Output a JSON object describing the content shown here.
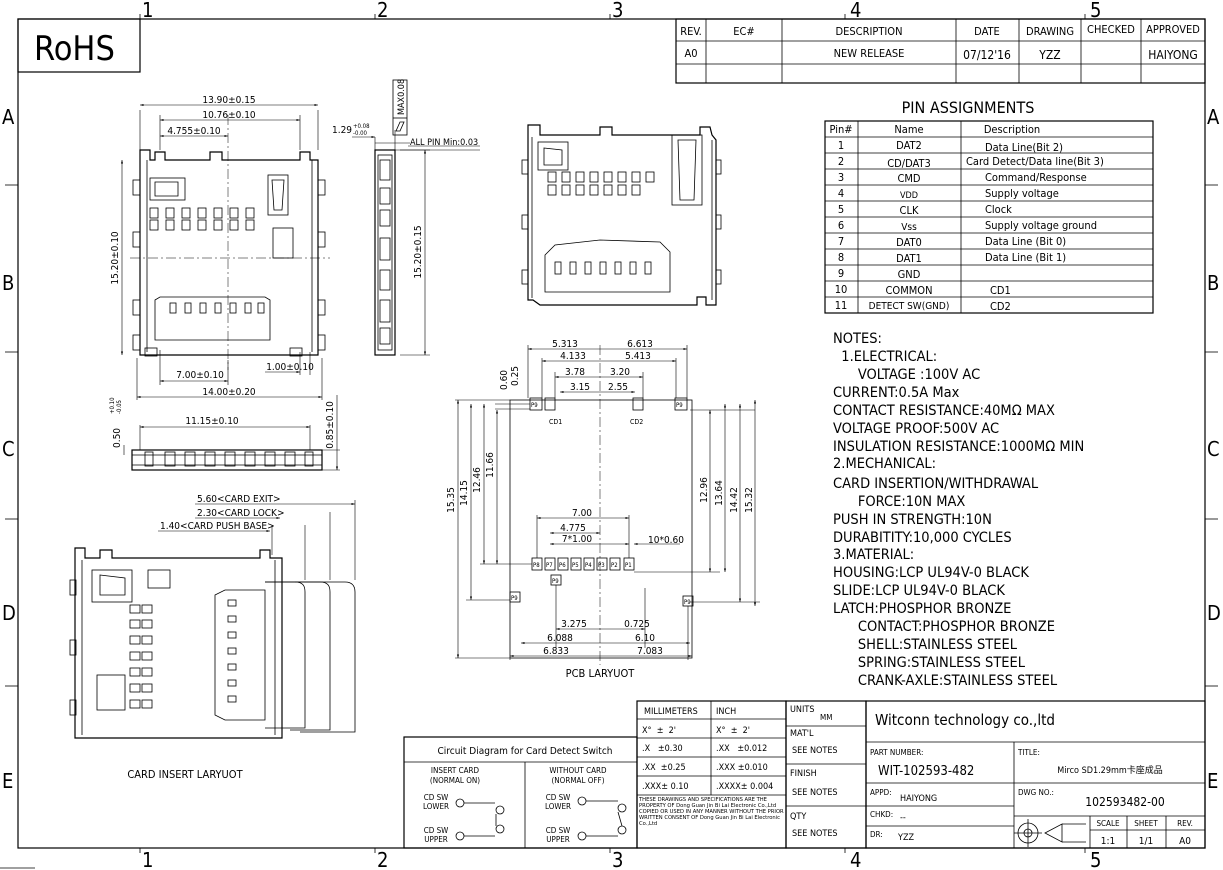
{
  "zones": {
    "cols": [
      "1",
      "2",
      "3",
      "4",
      "5"
    ],
    "rows": [
      "A",
      "B",
      "C",
      "D",
      "E"
    ]
  },
  "rohs": "RoHS",
  "revision_table": {
    "headers": [
      "REV.",
      "EC#",
      "DESCRIPTION",
      "DATE",
      "DRAWING",
      "CHECKED",
      "APPROVED"
    ],
    "rows": [
      [
        "A0",
        "",
        "NEW RELEASE",
        "07/12'16",
        "YZZ",
        "",
        "HAIYONG"
      ]
    ]
  },
  "pin_assignments": {
    "title": "PIN ASSIGNMENTS",
    "headers": [
      "Pin#",
      "Name",
      "Description"
    ],
    "rows": [
      [
        "1",
        "DAT2",
        "Data Line(Bit 2)"
      ],
      [
        "2",
        "CD/DAT3",
        "Card Detect/Data line(Bit 3)"
      ],
      [
        "3",
        "CMD",
        "Command/Response"
      ],
      [
        "4",
        "VDD",
        "Supply voltage"
      ],
      [
        "5",
        "CLK",
        "Clock"
      ],
      [
        "6",
        "Vss",
        "Supply voltage ground"
      ],
      [
        "7",
        "DAT0",
        "Data Line (Bit 0)"
      ],
      [
        "8",
        "DAT1",
        "Data Line (Bit 1)"
      ],
      [
        "9",
        "GND",
        ""
      ],
      [
        "10",
        "COMMON",
        "CD1"
      ],
      [
        "11",
        "DETECT SW(GND)",
        "CD2"
      ]
    ]
  },
  "notes": [
    "NOTES:",
    "  1.ELECTRICAL:",
    "      VOLTAGE :100V AC",
    "CURRENT:0.5A Max",
    "CONTACT RESISTANCE:40MΩ MAX",
    "VOLTAGE PROOF:500V AC",
    "INSULATION RESISTANCE:1000MΩ MIN",
    "2.MECHANICAL:",
    "CARD INSERTION/WITHDRAWAL",
    "      FORCE:10N MAX",
    "PUSH IN STRENGTH:10N",
    "DURABITITY:10,000 CYCLES",
    "3.MATERIAL:",
    "HOUSING:LCP UL94V-0 BLACK",
    "SLIDE:LCP UL94V-0 BLACK",
    "LATCH:PHOSPHOR BRONZE",
    "      CONTACT:PHOSPHOR BRONZE",
    "      SHELL:STAINLESS STEEL",
    "      SPRING:STAINLESS STEEL",
    "      CRANK-AXLE:STAINLESS STEEL"
  ],
  "dims_top": {
    "d1": "13.90±0.15",
    "d2": "10.76±0.10",
    "d3": "4.755±0.10",
    "h1": "15.20±0.10",
    "h2": "15.20±0.15",
    "b1": "7.00±0.10",
    "b2": "1.00±0.10",
    "b3": "14.00±0.20",
    "t1": "1.29",
    "t1_tol_up": "+0.08",
    "t1_tol_dn": "-0.00",
    "flat": "MAX0.08",
    "pin_min": "ALL PIN Min:0.03"
  },
  "dims_side": {
    "w": "11.15±0.10",
    "left": "0.50",
    "left_tol_up": "+0.10",
    "left_tol_dn": "-0.05",
    "right": "0.85±0.10"
  },
  "card_insert": {
    "e1": "5.60<CARD EXIT>",
    "e2": "2.30<CARD LOCK>",
    "e3": "1.40<CARD PUSH BASE>",
    "caption": "CARD INSERT LARYUOT"
  },
  "pcb": {
    "top": [
      "5.313",
      "6.613",
      "4.133",
      "5.413",
      "3.78",
      "3.20",
      "3.15",
      "2.55"
    ],
    "left_v": [
      "0.60",
      "0.25"
    ],
    "verts_left": [
      "15.35",
      "14.15",
      "12.46",
      "11.66"
    ],
    "verts_right": [
      "12.96",
      "13.64",
      "14.42",
      "15.32"
    ],
    "mid": [
      "7.00",
      "4.775",
      "7*1.00",
      "10*0.60"
    ],
    "bottom": [
      "3.275",
      "0.725",
      "6.088",
      "6.10",
      "6.833",
      "7.083"
    ],
    "cd_labels": [
      "CD1",
      "CD2"
    ],
    "pad_labels": [
      "P8",
      "P7",
      "P6",
      "P5",
      "P4",
      "P3",
      "P2",
      "P1"
    ],
    "caption": "PCB LARYUOT",
    "pad_p9": "P9"
  },
  "circuit": {
    "title": "Circuit Diagram for Card Detect Switch",
    "left_head": [
      "INSERT CARD",
      "(NORMAL ON)"
    ],
    "right_head": [
      "WITHOUT CARD",
      "(NORMAL OFF)"
    ],
    "lower": [
      "CD SW",
      "LOWER"
    ],
    "upper": [
      "CD SW",
      "UPPER"
    ]
  },
  "tolerance": {
    "headers": [
      "MILLIMETERS",
      "INCH"
    ],
    "rows": [
      [
        "X°  ±  2'",
        "X°  ±  2'"
      ],
      [
        ".X   ±0.30",
        ".XX   ±0.012"
      ],
      [
        ".XX  ±0.25",
        ".XXX ±0.010"
      ],
      [
        ".XXX± 0.10",
        ".XXXX± 0.004"
      ]
    ],
    "note": "THESE DRAWINGS AND SPECIFICATIONS ARE THE PROPERTY OF Dong Guan Jin Bi Lai Electronic Co.,Ltd COPIED OR USED IN ANY MANNER WITHOUT THE PRIOR WRITTEN CONSENT OF Dong Guan Jin Bi Lai Electronic Co.,Ltd"
  },
  "meta_col": {
    "units_label": "UNITS",
    "units_value": "MM",
    "matl": "MAT'L",
    "matl_value": "SEE NOTES",
    "finish": "FINISH",
    "finish_value": "SEE NOTES",
    "qty": "QTY",
    "qty_value": "SEE NOTES"
  },
  "title_block": {
    "company": "Witconn technology co.,ltd",
    "part_number_label": "PART NUMBER:",
    "part_number": "WIT-102593-482",
    "title_label": "TITLE:",
    "title": "Mirco SD1.29mm卡座成品",
    "appd_label": "APPD:",
    "appd": "HAIYONG",
    "dwg_label": "DWG NO.:",
    "dwg": "102593482-00",
    "chkd_label": "CHKD:",
    "chkd": "--",
    "dr_label": "DR:",
    "dr": "YZZ",
    "scale_label": "SCALE",
    "scale": "1:1",
    "sheet_label": "SHEET",
    "sheet": "1/1",
    "rev_label": "REV.",
    "rev": "A0"
  }
}
